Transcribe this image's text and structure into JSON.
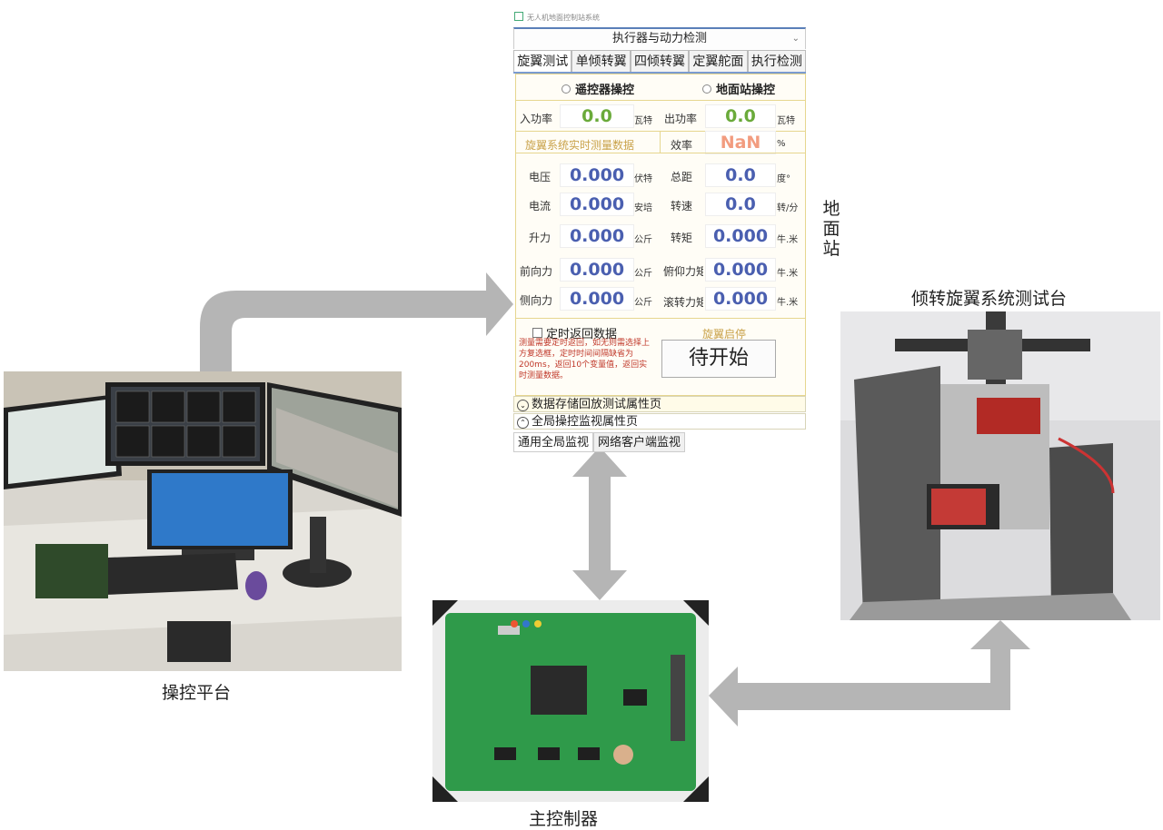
{
  "captions": {
    "control_platform": "操控平台",
    "ground_station": "地面站",
    "test_bench": "倾转旋翼系统测试台",
    "main_controller": "主控制器"
  },
  "ground_station": {
    "window_title": "无人机地面控制站系统",
    "dropdown_selected": "执行器与动力检测",
    "tabs": [
      "旋翼测试",
      "单倾转翼",
      "四倾转翼",
      "定翼舵面",
      "执行检测"
    ],
    "radio_remote": "遥控器操控",
    "radio_ground": "地面站操控",
    "input_power_label": "入功率",
    "input_power_value": "0.0",
    "input_power_unit": "瓦特",
    "output_power_label": "出功率",
    "output_power_value": "0.0",
    "output_power_unit": "瓦特",
    "realtime_label": "旋翼系统实时测量数据",
    "efficiency_label": "效率",
    "efficiency_value": "NaN",
    "efficiency_unit": "%",
    "measurements_left": [
      {
        "label": "电压",
        "value": "0.000",
        "unit": "伏特"
      },
      {
        "label": "电流",
        "value": "0.000",
        "unit": "安培"
      },
      {
        "label": "升力",
        "value": "0.000",
        "unit": "公斤"
      },
      {
        "label": "前向力",
        "value": "0.000",
        "unit": "公斤"
      },
      {
        "label": "侧向力",
        "value": "0.000",
        "unit": "公斤"
      }
    ],
    "measurements_right": [
      {
        "label": "总距",
        "value": "0.0",
        "unit": "度°"
      },
      {
        "label": "转速",
        "value": "0.0",
        "unit": "转/分"
      },
      {
        "label": "转矩",
        "value": "0.000",
        "unit": "牛.米"
      },
      {
        "label": "俯仰力矩",
        "value": "0.000",
        "unit": "牛.米"
      },
      {
        "label": "滚转力矩",
        "value": "0.000",
        "unit": "牛.米"
      }
    ],
    "timed_return_label": "定时返回数据",
    "rotor_start_stop_label": "旋翼启停",
    "note": "测量需要定时返回，如无则需选择上方复选框，定时时间间隔缺省为200ms，返回10个变量值，返回实时测量数据。",
    "start_button": "待开始",
    "accordion_storage": "数据存储回放测试属性页",
    "accordion_global": "全局操控监视属性页",
    "subtabs": [
      "通用全局监视",
      "网络客户端监视"
    ]
  },
  "colors": {
    "arrow": "#b5b5b5",
    "value_green": "#6aaa3a",
    "value_blue": "#4a5fb0",
    "value_salmon": "#f29c7f",
    "label_gold": "#c9a24a",
    "note_red": "#c0392b"
  }
}
